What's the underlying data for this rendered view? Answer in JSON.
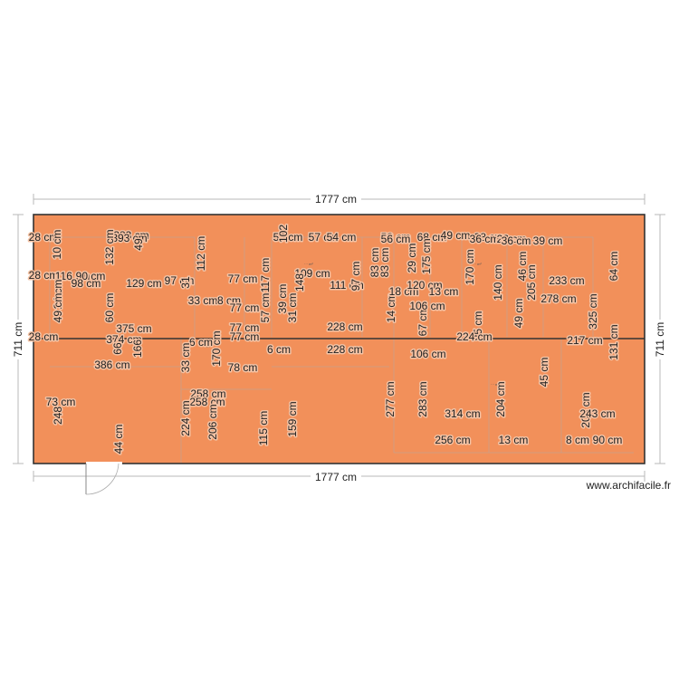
{
  "colors": {
    "background": "#ffffff",
    "floor": "#f2905a",
    "wall": "#333333",
    "inner_line": "#c9a08a",
    "dimension_line": "#b9b9b9",
    "label_halo": "#f3c2a4"
  },
  "dimensions": {
    "top": "1777 cm",
    "bottom": "1777 cm",
    "left": "711 cm",
    "right": "711 cm"
  },
  "labels": [
    {
      "text": "28 cm",
      "rot": 0
    },
    {
      "text": "10 cm",
      "rot": 90
    },
    {
      "text": "383 cm",
      "rot": 0
    },
    {
      "text": "393 cm",
      "rot": 0
    },
    {
      "text": "49",
      "rot": 90
    },
    {
      "text": "132 cm",
      "rot": 90
    },
    {
      "text": "112 cm",
      "rot": 90
    },
    {
      "text": "28 cm",
      "rot": 0
    },
    {
      "text": "116 cm",
      "rot": 0
    },
    {
      "text": "90 cm",
      "rot": 0
    },
    {
      "text": "98 cm",
      "rot": 0
    },
    {
      "text": "129 cm",
      "rot": 0
    },
    {
      "text": "97 cm",
      "rot": 0
    },
    {
      "text": "31",
      "rot": 90
    },
    {
      "text": "33 cm",
      "rot": 0
    },
    {
      "text": "8 cm",
      "rot": 0
    },
    {
      "text": "77 cm",
      "rot": 0
    },
    {
      "text": "117 cm",
      "rot": 90
    },
    {
      "text": "24 cm",
      "rot": 90
    },
    {
      "text": "49 cm",
      "rot": 90
    },
    {
      "text": "60 cm",
      "rot": 90
    },
    {
      "text": "375 cm",
      "rot": 0
    },
    {
      "text": "374 cm",
      "rot": 0
    },
    {
      "text": "77 cm",
      "rot": 0
    },
    {
      "text": "57 cm",
      "rot": 90
    },
    {
      "text": "77 cm",
      "rot": 0
    },
    {
      "text": "77 cm",
      "rot": 0
    },
    {
      "text": "28 cm",
      "rot": 0
    },
    {
      "text": "66",
      "rot": 90
    },
    {
      "text": "166",
      "rot": 90
    },
    {
      "text": "6 cm",
      "rot": 0
    },
    {
      "text": "170 cm",
      "rot": 90
    },
    {
      "text": "386 cm",
      "rot": 0
    },
    {
      "text": "33 cm",
      "rot": 90
    },
    {
      "text": "78 cm",
      "rot": 0
    },
    {
      "text": "6 cm",
      "rot": 0
    },
    {
      "text": "53 cm",
      "rot": 0
    },
    {
      "text": "57 cm",
      "rot": 0
    },
    {
      "text": "54 cm",
      "rot": 0
    },
    {
      "text": "102",
      "rot": 90
    },
    {
      "text": "109 cm",
      "rot": 0
    },
    {
      "text": "148",
      "rot": 90
    },
    {
      "text": "39 cm",
      "rot": 90
    },
    {
      "text": "31 cm",
      "rot": 90
    },
    {
      "text": "111 cm",
      "rot": 0
    },
    {
      "text": "97 cm",
      "rot": 90
    },
    {
      "text": "228 cm",
      "rot": 0
    },
    {
      "text": "228 cm",
      "rot": 0
    },
    {
      "text": "58 cm",
      "rot": 0
    },
    {
      "text": "56 cm",
      "rot": 0
    },
    {
      "text": "68 cm",
      "rot": 0
    },
    {
      "text": "49 cm",
      "rot": 0
    },
    {
      "text": "38 cm",
      "rot": 0
    },
    {
      "text": "83 cm",
      "rot": 90
    },
    {
      "text": "83 cm",
      "rot": 90
    },
    {
      "text": "29 cm",
      "rot": 90
    },
    {
      "text": "175 cm",
      "rot": 90
    },
    {
      "text": "14 cm",
      "rot": 90
    },
    {
      "text": "18 cm",
      "rot": 0
    },
    {
      "text": "120 cm",
      "rot": 0
    },
    {
      "text": "13 cm",
      "rot": 0
    },
    {
      "text": "67 cm",
      "rot": 90
    },
    {
      "text": "106 cm",
      "rot": 0
    },
    {
      "text": "106 cm",
      "rot": 0
    },
    {
      "text": "36 cm",
      "rot": 0
    },
    {
      "text": "22 cm",
      "rot": 0
    },
    {
      "text": "36 cm",
      "rot": 0
    },
    {
      "text": "39 cm",
      "rot": 0
    },
    {
      "text": "170 cm",
      "rot": 90
    },
    {
      "text": "140 cm",
      "rot": 90
    },
    {
      "text": "46 cm",
      "rot": 90
    },
    {
      "text": "205 cm",
      "rot": 90
    },
    {
      "text": "233 cm",
      "rot": 0
    },
    {
      "text": "64 cm",
      "rot": 90
    },
    {
      "text": "278 cm",
      "rot": 0
    },
    {
      "text": "325 cm",
      "rot": 90
    },
    {
      "text": "49 cm",
      "rot": 90
    },
    {
      "text": "85 cm",
      "rot": 90
    },
    {
      "text": "224 cm",
      "rot": 0
    },
    {
      "text": "217 cm",
      "rot": 0
    },
    {
      "text": "131 cm",
      "rot": 90
    },
    {
      "text": "45 cm",
      "rot": 90
    },
    {
      "text": "73 cm",
      "rot": 0
    },
    {
      "text": "248",
      "rot": 90
    },
    {
      "text": "258 cm",
      "rot": 0
    },
    {
      "text": "258 cm",
      "rot": 0
    },
    {
      "text": "224 cm",
      "rot": 90
    },
    {
      "text": "206 cm",
      "rot": 90
    },
    {
      "text": "115 cm",
      "rot": 90
    },
    {
      "text": "159 cm",
      "rot": 90
    },
    {
      "text": "277 cm",
      "rot": 90
    },
    {
      "text": "283 cm",
      "rot": 90
    },
    {
      "text": "314 cm",
      "rot": 0
    },
    {
      "text": "204 cm",
      "rot": 90
    },
    {
      "text": "204 cm",
      "rot": 90
    },
    {
      "text": "243 cm",
      "rot": 0
    },
    {
      "text": "44 cm",
      "rot": 90
    },
    {
      "text": "256 cm",
      "rot": 0
    },
    {
      "text": "13 cm",
      "rot": 0
    },
    {
      "text": "8 cm",
      "rot": 0
    },
    {
      "text": "90 cm",
      "rot": 0
    }
  ],
  "watermark": "www.archifacile.fr"
}
